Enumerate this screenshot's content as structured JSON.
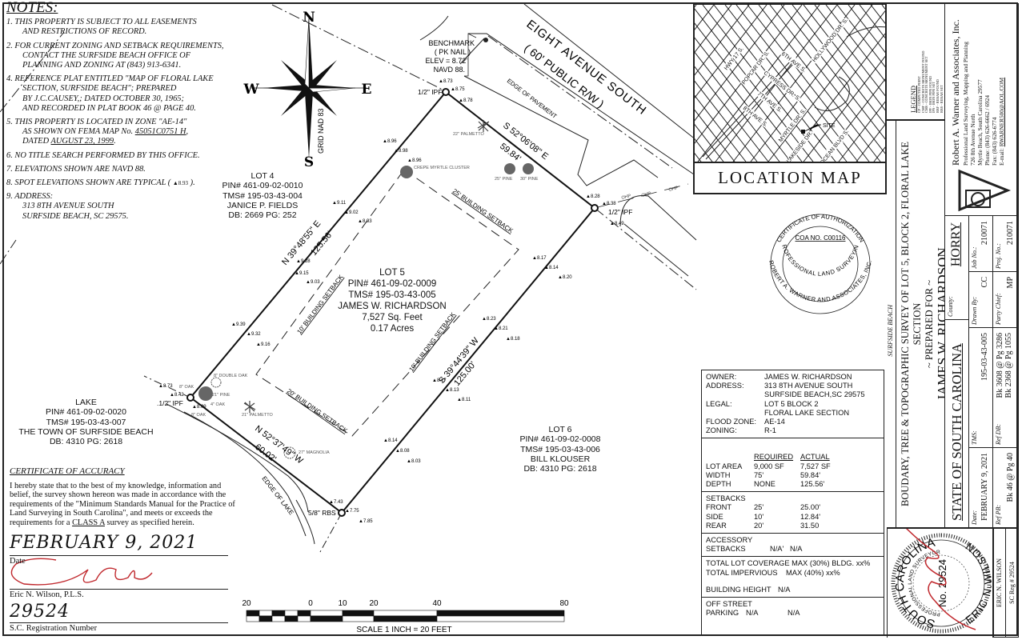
{
  "notes": {
    "title": "NOTES:",
    "items": [
      [
        "1. THIS PROPERTY IS SUBJECT TO ALL EASEMENTS",
        "AND RESTRICTIONS OF RECORD."
      ],
      [
        "2. FOR CURRENT ZONING AND SETBACK REQUIREMENTS,",
        "CONTACT THE SURFSIDE BEACH OFFICE OF",
        "PLANNING AND ZONING AT (843) 913-6341."
      ],
      [
        "4. REFERENCE PLAT ENTITLED \"MAP OF FLORAL LAKE",
        "SECTION, SURFSIDE BEACH\"; PREPARED",
        "BY J.C.CAUSEY,; DATED OCTOBER 30, 1965;",
        "AND RECORDED IN PLAT BOOK 46 @ PAGE 40."
      ],
      [
        "5. THIS PROPERTY IS LOCATED IN ZONE \"AE-14\"",
        "AS SHOWN ON FEMA MAP No. ",
        "45051C0751 H",
        ",",
        "DATED ",
        "AUGUST 23, 1999",
        "."
      ],
      [
        "6. NO TITLE SEARCH PERFORMED BY THIS OFFICE."
      ],
      [
        "7. ELEVATIONS SHOWN ARE NAVD 88."
      ],
      [
        "8. SPOT ELEVATIONS SHOWN ARE TYPICAL ( ",
        "8.93",
        " )."
      ],
      [
        "9. ADDRESS:",
        "313 8TH AVENUE SOUTH",
        "SURFSIDE BEACH, SC 29575."
      ]
    ]
  },
  "compass": {
    "n": "N",
    "s": "S",
    "e": "E",
    "w": "W",
    "grid": "GRID NAD 83"
  },
  "benchmark": [
    "BENCHMARK",
    "( PK NAIL )",
    "ELEV = 8.72'",
    "NAVD 88."
  ],
  "street": {
    "name": "EIGHT AVENUE SOUTH",
    "row": "( 60' PUBLIC R/W )",
    "pavement": "EDGE OF PAVEMENT",
    "lake_edge": "EDGE OF LAKE",
    "ohp": "OHP"
  },
  "lots": {
    "lot4": [
      "LOT 4",
      "PIN# 461-09-02-0010",
      "TMS# 195-03-43-004",
      "JANICE P. FIELDS",
      "DB: 2669 PG: 252"
    ],
    "lot5": [
      "LOT 5",
      "PIN# 461-09-02-0009",
      "TMS# 195-03-43-005",
      "JAMES W. RICHARDSON",
      "7,527 Sq. Feet",
      "0.17 Acres"
    ],
    "lake": [
      "LAKE",
      "PIN# 461-09-02-0020",
      "TMS# 195-03-43-007",
      "THE TOWN OF SURFSIDE BEACH",
      "DB: 4310 PG: 2618"
    ],
    "lot6": [
      "LOT 6",
      "PIN# 461-09-02-0008",
      "TMS# 195-03-43-006",
      "BILL KLOUSER",
      "DB: 4310 PG: 2618"
    ]
  },
  "bearings": {
    "nw_side": "N 39°48'55\" E",
    "nw_len": "125.56'",
    "ne_side": "S 52°06'08\" E",
    "ne_len": "59.84'",
    "se_side": "S 39°44'39\" W",
    "se_len": "125.00'",
    "sw_side": "N 52°37'49\" W",
    "sw_len": "60.02'"
  },
  "setbacks": {
    "front": "25' BUILDING SETBACK",
    "left": "10' BUILDING SETBACK",
    "right": "10' BUILDING SETBACK",
    "rear": "20' BUILDING SETBACK"
  },
  "monuments": {
    "north": "1/2\" IPF",
    "east": "1/2\" IPF",
    "south": "5/8\" RBS",
    "west": ".1/2\" IPF"
  },
  "trees": [
    "22\" PALMETTO",
    "CREPE MYRTLE CLUSTER",
    "25\" PINE",
    "30\" PINE",
    "8\" DOUBLE OAK",
    "21\" PINE",
    "4\" OAK",
    "8\" OAK",
    "8\" OAK",
    "21\" PALMETTO",
    "27\" MAGNOLIA"
  ],
  "spots": [
    "8.73",
    "8.75",
    "8.78",
    "8.96",
    "8.98",
    "8.96",
    "9.11",
    "9.02",
    "8.93",
    "9.28",
    "9.15",
    "9.03",
    "9.39",
    "9.32",
    "9.16",
    "8.28",
    "8.38",
    "8.49",
    "8.17",
    "8.14",
    "8.20",
    "8.23",
    "8.21",
    "8.18",
    "8.17",
    "8.13",
    "8.11",
    "8.14",
    "8.08",
    "8.03",
    "7.43",
    "7.75",
    "7.85",
    "8.73",
    "8.42",
    "8.09"
  ],
  "certificate": {
    "title": "CERTIFICATE OF ACCURACY",
    "text_before": "I hereby state that to the best of my knowledge, information and belief, the survey shown hereon was made in accordance with the requirements of the \"Minimum Standards Manual for the Practice of Land Surveying in South Carolina\", and meets or exceeds the requirements for a ",
    "class": "CLASS A",
    "text_after": " survey as specified herein.",
    "date": "FEBRUARY 9, 2021",
    "date_label": "Date",
    "surveyor": "Eric N. Wilson, P.L.S.",
    "reg_no": "29524",
    "reg_label": "S.C. Registration Number"
  },
  "scale": {
    "ticks": [
      "20",
      "0",
      "10",
      "20",
      "40",
      "80"
    ],
    "caption": "SCALE 1 INCH = 20 FEET"
  },
  "location_map": {
    "title": "LOCATION MAP",
    "streets": [
      "HWY 17 S.",
      "POPLAR DR. S.",
      "6TH AVE S.",
      "CYPRESS DR. S.",
      "7TH AVE S.",
      "8TH AVE S.",
      "MYRTLE DR. S.",
      "HOLLYWOOD DR. S.",
      "LAKESIDE DR.",
      "OCEAN BLVD S."
    ],
    "site": "SITE"
  },
  "coa_seal": {
    "outer_top": "CERTIFICATE OF AUTHORIZATION",
    "outer_bottom": "ROBERT A. WARNER AND ASSOCIATES, INC.",
    "coa": "COA NO. C00116",
    "inner": "PROFESSIONAL LAND SURVEYING"
  },
  "owner_table": {
    "info": [
      [
        "OWNER:",
        "JAMES W. RICHARDSON"
      ],
      [
        "ADDRESS:",
        "313 8TH AVENUE SOUTH"
      ],
      [
        "",
        "SURFSIDE BEACH,SC 29575"
      ],
      [
        "LEGAL:",
        "LOT 5 BLOCK 2"
      ],
      [
        "",
        "FLORAL LAKE SECTION"
      ],
      [
        "FLOOD ZONE:",
        "AE-14"
      ],
      [
        "ZONING:",
        "R-1"
      ]
    ],
    "req_header": "REQUIRED",
    "act_header": "ACTUAL",
    "dims": [
      [
        "LOT AREA",
        "9,000 SF",
        "7,527 SF"
      ],
      [
        "WIDTH",
        "75'",
        "59.84'"
      ],
      [
        "DEPTH",
        "NONE",
        "125.56'"
      ]
    ],
    "setbacks_title": "SETBACKS",
    "setbacks": [
      [
        "FRONT",
        "25'",
        "25.00'"
      ],
      [
        "SIDE",
        "10'",
        "12.84'"
      ],
      [
        "REAR",
        "20'",
        "31.50"
      ]
    ],
    "accessory": [
      "ACCESSORY",
      "SETBACKS",
      "N/A'",
      "N/A"
    ],
    "coverage": [
      "TOTAL LOT COVERAGE MAX (30%) BLDG.  xx%",
      "TOTAL IMPERVIOUS",
      "MAX (40%)  xx%"
    ],
    "height": [
      "BUILDING HEIGHT",
      "N/A"
    ],
    "parking": [
      "OFF STREET",
      "PARKING",
      "N/A",
      "N/A"
    ]
  },
  "title_block": {
    "city": "SURFSIDE BEACH",
    "title": "BOUDARY, TREE & TOPOGRAPHIC SURVEY OF LOT 5, BLOCK 2, FLORAL LAKE SECTION",
    "prepared": "~ PREPARED FOR ~",
    "client": "JAMES W. RICHARDSON",
    "state": "STATE OF SOUTH CAROLINA",
    "county_label": "County:",
    "county": "HORRY",
    "date_label": "Date:",
    "date": "FEBRUARY 9, 2021",
    "tms_label": "TMS:",
    "tms": "195-03-43-005",
    "drawn_label": "Drawn By:",
    "drawn": "CC",
    "job_label": "Job No.:",
    "job": "210071",
    "refpb_label": "Ref PB:",
    "refpb": "Bk 46 @ Pg 40",
    "refdb_label": "Ref DB:",
    "refdb1": "Bk 3608 @ Pg 3286",
    "refdb2": "Bk 2368 @ Pg 1055",
    "party_label": "Party Chief:",
    "party": "MP",
    "proj_label": "Proj. No.:",
    "proj": "210071",
    "legend_title": "LEGEND",
    "legend": [
      "CP - COMPUTED POINT",
      "CMF - CONCRETE MONUMENT FOUND",
      "CMS - CONCRETE MONUMENT SET",
      "IPF - IRON PIPE FOUND",
      "IPS - IRON PIPE SET",
      "RBF - REBAR FOUND",
      "RBS - REBAR SET"
    ],
    "company": [
      "Robert A. Warner and Associates, Inc.",
      "Professional Land Surveying, Mapping and Planning",
      "726 8th Avenue North",
      "Myrtle Beach, South Carolina 29577",
      "Phone: (843) 626-6662 / 6924",
      "Fax: (843) 626-6774",
      "E-mail: ",
      "RWARNER500@AOL.COM"
    ],
    "surveyor": "ERIC N. WILSON",
    "reg": "SC Reg # 29524",
    "seal": {
      "top": "SOUTH CAROLINA",
      "inner": "PROFESSIONAL LAND SURVEYOR",
      "no": "No. 29524",
      "bottom": "ERIC N.WILSON"
    }
  }
}
